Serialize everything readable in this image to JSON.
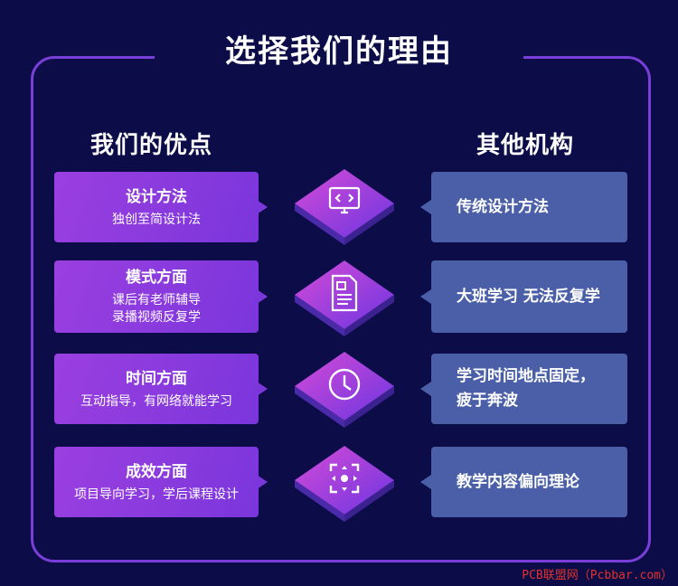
{
  "title": "选择我们的理由",
  "ours_title": "我们的优点",
  "theirs_title": "其他机构",
  "rows": [
    {
      "heading": "设计方法",
      "desc_lines": [
        "独创至简设计法"
      ],
      "icon": "code-monitor-icon",
      "other_lines": [
        "传统设计方法"
      ]
    },
    {
      "heading": "模式方面",
      "desc_lines": [
        "课后有老师辅导",
        "录播视频反复学"
      ],
      "icon": "document-icon",
      "other_lines": [
        "大班学习 无法反复学"
      ]
    },
    {
      "heading": "时间方面",
      "desc_lines": [
        "互动指导，有网络就能学习"
      ],
      "icon": "clock-icon",
      "other_lines": [
        "学习时间地点固定，",
        "疲于奔波"
      ]
    },
    {
      "heading": "成效方面",
      "desc_lines": [
        "项目导向学习，学后课程设计"
      ],
      "icon": "target-icon",
      "other_lines": [
        "教学内容偏向理论"
      ]
    }
  ],
  "watermark": "PCB联盟网（Pcbbar.com）",
  "colors": {
    "background": "#0c0d48",
    "frame": "#7a3fd8",
    "ours_box": "#8a3adf",
    "theirs_box": "#4a5fa8"
  }
}
